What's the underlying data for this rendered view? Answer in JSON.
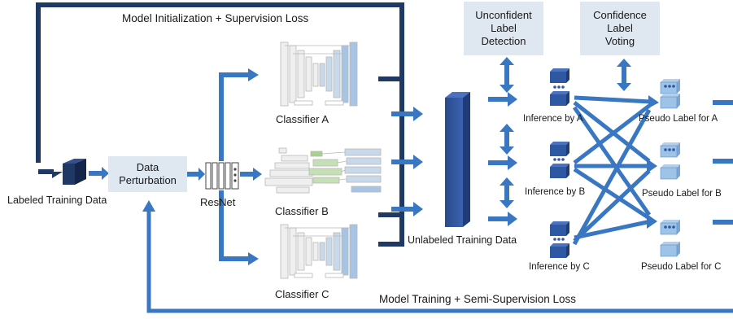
{
  "title_top": "Model Initialization + Supervision Loss",
  "title_bottom": "Model Training + Semi-Supervision Loss",
  "labeled_data": "Labeled Training Data",
  "perturbation": {
    "line1": "Data",
    "line2": "Perturbation"
  },
  "backbone": "ResNet",
  "classifiers": [
    "Classifier A",
    "Classifier B",
    "Classifier C"
  ],
  "unlabeled_data": "Unlabeled Training Data",
  "detection": {
    "line1": "Unconfident",
    "line2": "Label",
    "line3": "Detection"
  },
  "voting": {
    "line1": "Confidence",
    "line2": "Label",
    "line3": "Voting"
  },
  "inference": [
    "Inference by A",
    "Inference by B",
    "Inference by C"
  ],
  "pseudo": [
    "Pseudo Label for A",
    "Pseudo Label for B",
    "Pseudo Label for C"
  ],
  "colors": {
    "dark_navy": "#1f3864",
    "arrow_blue": "#3a77c2",
    "box_fill": "#dfe7f1",
    "cube_light": "#9dc3e6"
  }
}
